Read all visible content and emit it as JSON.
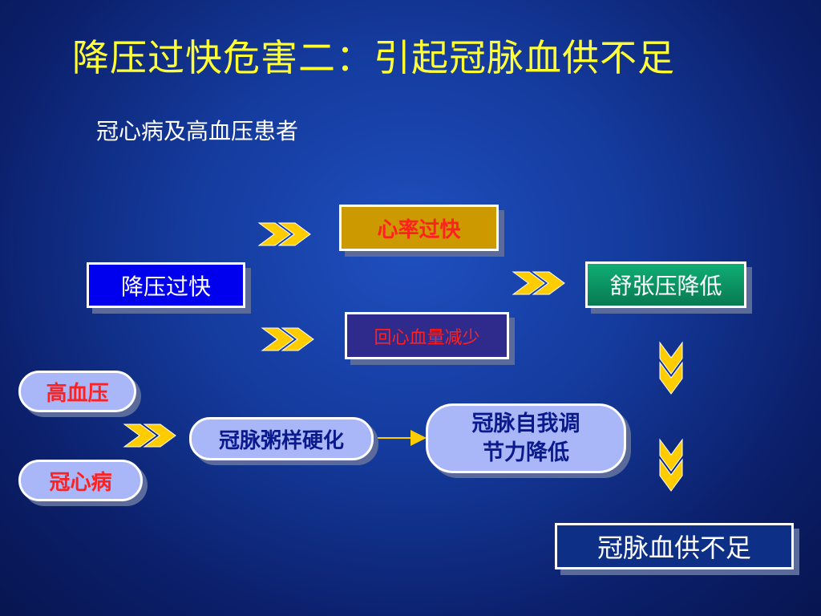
{
  "title": "降压过快危害二：引起冠脉血供不足",
  "subtitle": "冠心病及高血压患者",
  "nodes": {
    "rapid_lowering": "降压过快",
    "heart_rate_fast": "心率过快",
    "venous_return_down": "回心血量减少",
    "diastolic_down": "舒张压降低",
    "hypertension": "高血压",
    "chd": "冠心病",
    "atherosclerosis": "冠脉粥样硬化",
    "autoregulation_line1": "冠脉自我调",
    "autoregulation_line2": "节力降低",
    "insufficient_supply": "冠脉血供不足"
  },
  "colors": {
    "title": "#ffff33",
    "arrow": "#ffcc00",
    "blue_box": "#0000ee",
    "gold_box": "#cc9900",
    "dark_box": "#2e2b8c",
    "green_box": "#0a8a5c",
    "pill": "#a9b6f7",
    "red_text": "#ff2020"
  }
}
